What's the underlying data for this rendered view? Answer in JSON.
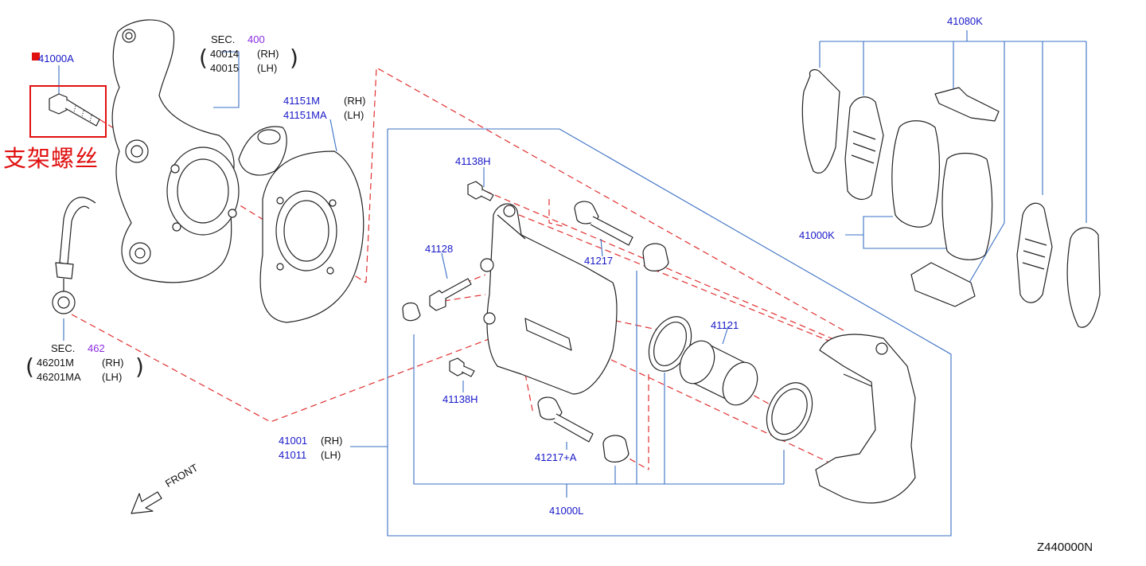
{
  "colors": {
    "leader": "#3a6fc4",
    "dash": "#e03030",
    "part_line": "#222222",
    "annotation": "#e01010",
    "callout_link": "#1818c8",
    "section_num": "#8a2be2"
  },
  "diagram_code": "Z440000N",
  "annotation": {
    "label": "支架螺丝",
    "marker_icon": "red-square-icon"
  },
  "parts": {
    "bolt": "41000A",
    "knuckle": {
      "sec_label": "SEC.",
      "sec_num": "400",
      "rh_part": "40014",
      "rh_side": "(RH)",
      "lh_part": "40015",
      "lh_side": "(LH)"
    },
    "hose": {
      "sec_label": "SEC.",
      "sec_num": "462",
      "rh_part": "46201M",
      "rh_side": "(RH)",
      "lh_part": "46201MA",
      "lh_side": "(LH)"
    },
    "baffle": {
      "rh_part": "41151M",
      "rh_side": "(RH)",
      "lh_part": "41151MA",
      "lh_side": "(LH)"
    },
    "caliper_bolt_top": "41138H",
    "caliper_bolt_bottom": "41138H",
    "bleeder": "41128",
    "pin": "41217",
    "pin_a": "41217+A",
    "seal": "41121",
    "caliper": {
      "rh_part": "41001",
      "rh_side": "(RH)",
      "lh_part": "41011",
      "lh_side": "(LH)"
    },
    "seal_kit": "41000L",
    "pad_kit": "41080K",
    "pad_set": "41000K"
  },
  "front_label": "FRONT"
}
